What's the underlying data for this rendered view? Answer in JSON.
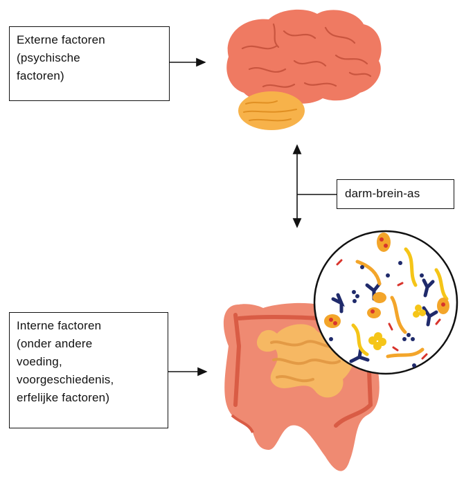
{
  "external_box": {
    "lines": [
      "Externe factoren",
      "(psychische",
      "factoren)"
    ]
  },
  "internal_box": {
    "lines": [
      "Interne factoren",
      "(onder andere",
      "voeding,",
      "voorgeschiedenis,",
      "erfelijke factoren)"
    ]
  },
  "axis_box": {
    "label": "darm-brein-as"
  },
  "colors": {
    "brain": "#ef7a62",
    "brain_dark": "#c9553f",
    "cerebellum": "#f7b24a",
    "intestine_outer": "#ef8a72",
    "intestine_inner": "#f6b863",
    "bacteria_navy": "#1f2a6b",
    "bacteria_yellow": "#f5c518",
    "bacteria_orange": "#f3a52a",
    "bacteria_red": "#d8342c"
  }
}
